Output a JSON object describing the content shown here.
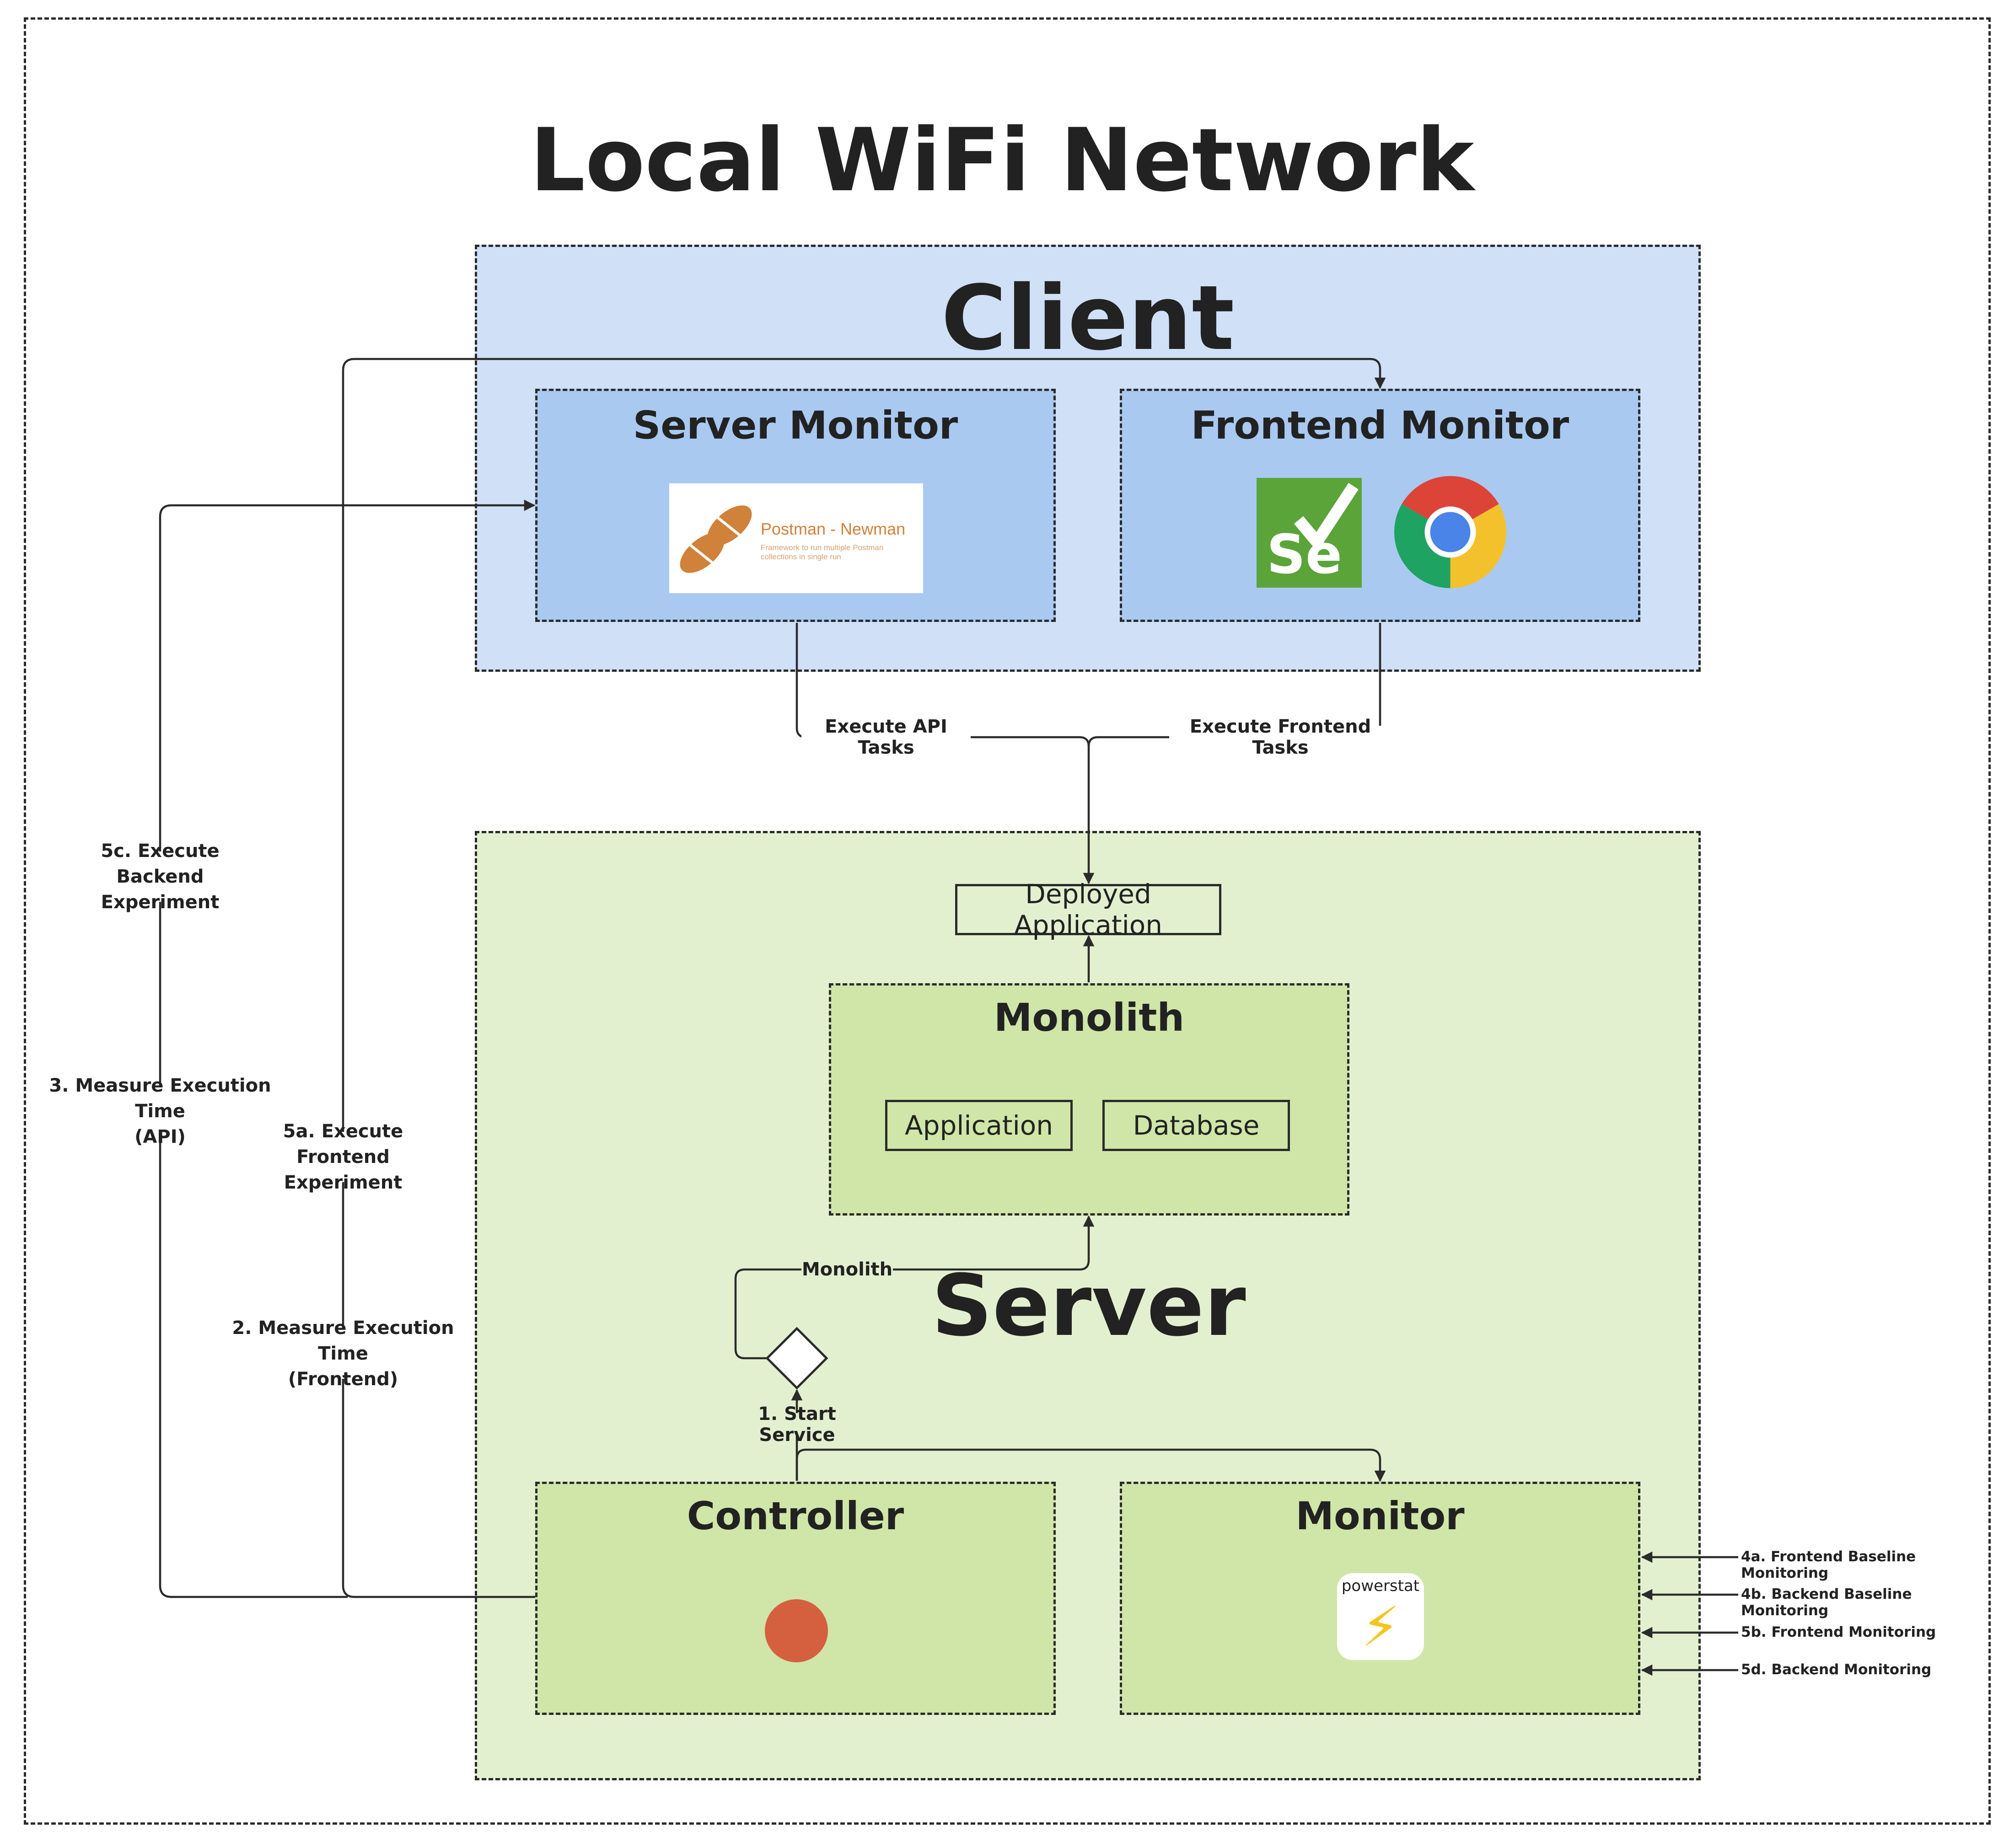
{
  "title": "Local WiFi Network",
  "client": {
    "label": "Client",
    "server_monitor": {
      "title": "Server Monitor",
      "tool_name": "Postman - Newman",
      "tool_caption": "Framework to run multiple Postman collections in single run"
    },
    "frontend_monitor": {
      "title": "Frontend Monitor",
      "tool_logo_text": "Se",
      "browser_icon": "chrome-icon"
    }
  },
  "server": {
    "label": "Server",
    "deployed_application": "Deployed Application",
    "monolith": {
      "title": "Monolith",
      "application": "Application",
      "database": "Database"
    },
    "controller": {
      "title": "Controller"
    },
    "monitor": {
      "title": "Monitor",
      "tool_name": "powerstat",
      "tool_icon": "lightning-icon"
    }
  },
  "edges": {
    "execute_api_tasks": "Execute API Tasks",
    "execute_frontend_tasks": "Execute Frontend Tasks",
    "monolith_branch": "Monolith",
    "start_service": "1. Start Service",
    "measure_frontend": "2. Measure Execution Time\n(Frontend)",
    "measure_api": "3. Measure Execution Time\n(API)",
    "execute_frontend_experiment": "5a. Execute Frontend\nExperiment",
    "execute_backend_experiment": "5c. Execute Backend\nExperiment",
    "monitoring_inputs": [
      "4a. Frontend Baseline Monitoring",
      "4b. Backend Baseline Monitoring",
      "5b. Frontend Monitoring",
      "5d. Backend Monitoring"
    ]
  },
  "colors": {
    "client_zone": "#cfe0f7",
    "client_box": "#a9c9f1",
    "server_zone": "#e3f0d0",
    "server_box": "#cfe6a8",
    "controller_dot": "#d4603f",
    "postman": "#d0813a",
    "selenium": "#5ba439"
  }
}
